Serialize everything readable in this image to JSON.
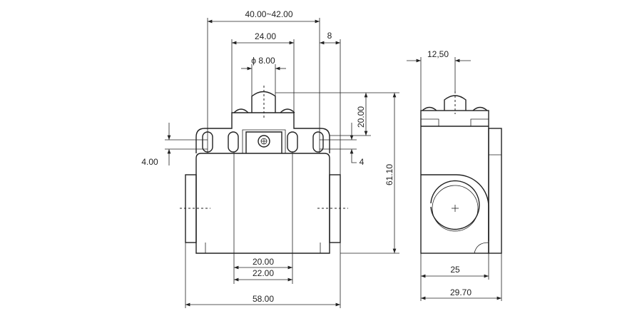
{
  "drawing": {
    "front_view": {
      "overall_mount_width": "40.00~42.00",
      "top_block_width": "24.00",
      "plunger_diameter": "ϕ 8.00",
      "mount_offset": "8",
      "plunger_height": "20.00",
      "total_height": "61.10",
      "slot_height_left": "4.00",
      "slot_height_right": "4",
      "inner_width_1": "20.00",
      "inner_width_2": "22.00",
      "total_width": "58.00"
    },
    "side_view": {
      "plunger_offset": "12,50",
      "body_depth": "25",
      "total_depth": "29.70"
    }
  }
}
